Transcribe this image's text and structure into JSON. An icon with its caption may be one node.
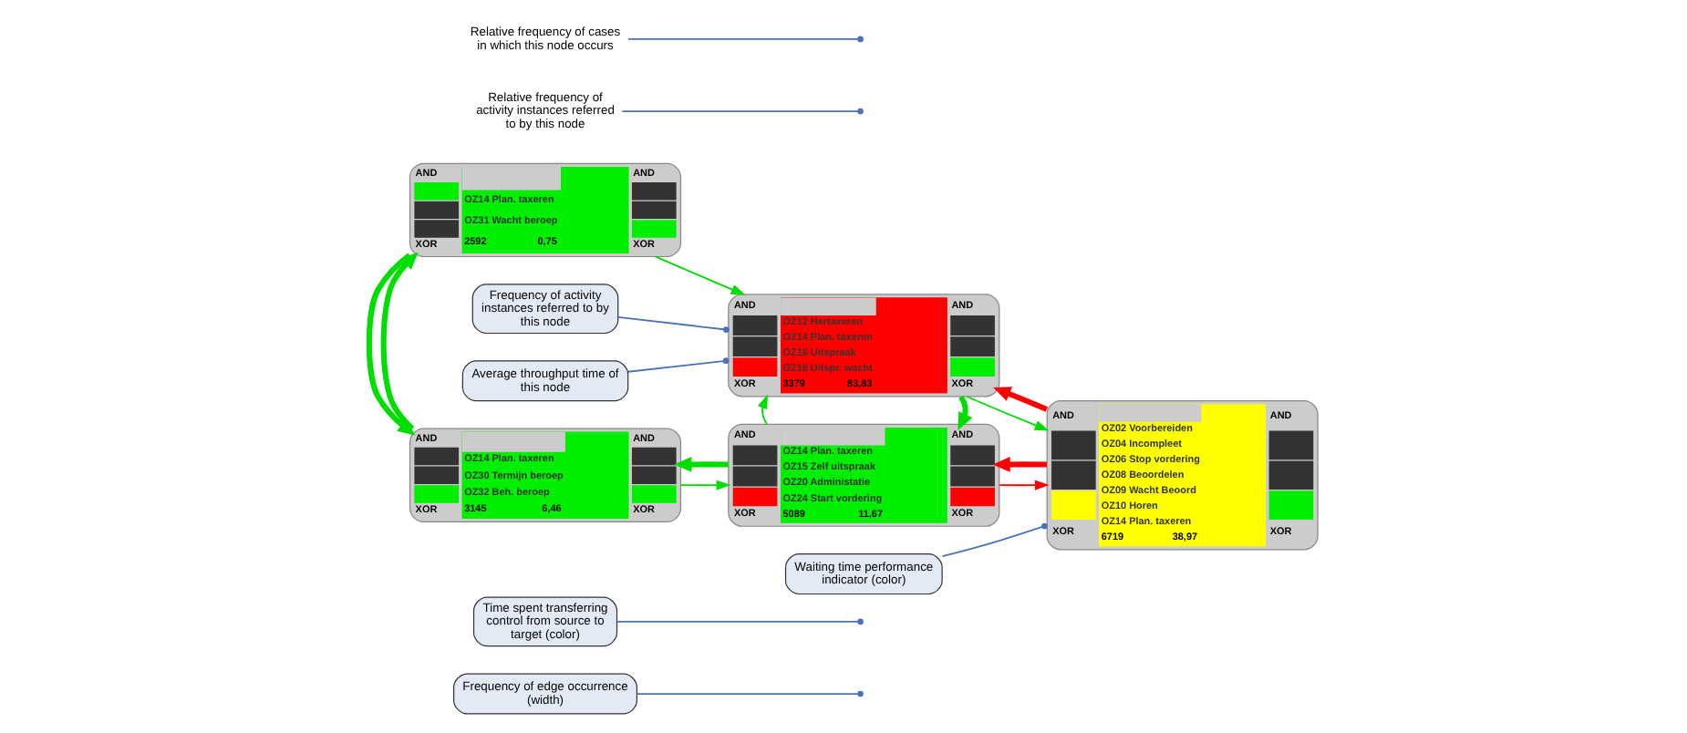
{
  "diagram": {
    "nodes": [
      {
        "text": [
          "Frequency of edge occurrence (width)"
        ]
      },
      {
        "text": [
          "Time spent transferring control from source to target (color)"
        ]
      },
      {
        "text": [
          "AND",
          "XOR",
          "OZ14 Plan. taxeren",
          "OZ30 Termijn beroep",
          "OZ32 Beh. beroep",
          "3145",
          "6,46",
          "AND",
          "XOR"
        ]
      },
      {
        "text": [
          "AND",
          "XOR",
          "OZ14 Plan. taxeren",
          "OZ15 Zelf uitspraak",
          "OZ20 Administatie",
          "OZ24 Start vordering",
          "5089",
          "11,67",
          "AND",
          "XOR"
        ]
      },
      {
        "text": [
          "Relative frequency of activity instances referred to by this node"
        ]
      },
      {
        "text": [
          "Relative frequency of cases in which this node occurs"
        ]
      },
      {
        "text": [
          "AND",
          "XOR",
          "OZ02 Voorbereiden",
          "OZ04 Incompleet",
          "OZ06 Stop vordering",
          "OZ08 Beoordelen",
          "OZ09 Wacht Beoord",
          "OZ10 Horen",
          "OZ14 Plan. taxeren",
          "6719",
          "38,97",
          "AND",
          "XOR"
        ]
      },
      {
        "text": [
          "AND",
          "XOR",
          "OZ14 Plan. taxeren",
          "OZ31 Wacht beroep",
          "2592",
          "0,75",
          "AND",
          "XOR"
        ]
      },
      {
        "text": [
          "AND",
          "XOR",
          "OZ12 Hertaxeren",
          "OZ14 Plan. taxeren",
          "OZ16 Uitspraak",
          "OZ18 Uitspr. wacht",
          "3379",
          "83,83",
          "AND",
          "XOR"
        ]
      },
      {
        "text": [
          "Frequency of activity instances referred to by this node"
        ]
      },
      {
        "text": [
          "Average throughput time of this node"
        ]
      },
      {
        "text": [
          "Waiting time performance indicator (color)"
        ]
      }
    ],
    "edges": [
      {
        "from": 0,
        "to": null,
        "arrow": "other",
        "color": "#4a72b8"
      },
      {
        "from": 1,
        "to": null,
        "arrow": "other",
        "color": "#4a72b8"
      },
      {
        "from": 2,
        "to": 3,
        "arrow": "to"
      },
      {
        "from": 3,
        "to": 2,
        "arrow": "to",
        "style": "thick"
      },
      {
        "from": 4,
        "to": null,
        "arrow": "other",
        "color": "#4a72b8"
      },
      {
        "from": 5,
        "to": null,
        "arrow": "other",
        "color": "#4a72b8"
      },
      {
        "from": 2,
        "to": 7,
        "arrow": "to",
        "style": "thick"
      },
      {
        "from": 7,
        "to": 2,
        "arrow": "to",
        "style": "thick"
      },
      {
        "from": 8,
        "to": 3,
        "arrow": "to",
        "style": "thick"
      },
      {
        "from": 3,
        "to": 8,
        "arrow": "to"
      },
      {
        "from": 6,
        "to": 3,
        "arrow": "to",
        "style": "thick",
        "color": "#ff0000"
      },
      {
        "from": 3,
        "to": 6,
        "arrow": "to",
        "color": "#ff0000"
      },
      {
        "from": 7,
        "to": 8,
        "arrow": "to"
      },
      {
        "from": 6,
        "to": 8,
        "arrow": "to",
        "style": "thick",
        "color": "#ff0000"
      },
      {
        "from": 8,
        "to": 6,
        "arrow": "to"
      },
      {
        "from": 9,
        "to": 8,
        "arrow": "other",
        "color": "#4a72b8"
      },
      {
        "from": 10,
        "to": 8,
        "arrow": "other",
        "color": "#4a72b8"
      },
      {
        "from": 11,
        "to": 6,
        "arrow": "other",
        "color": "#4a72b8"
      }
    ]
  }
}
